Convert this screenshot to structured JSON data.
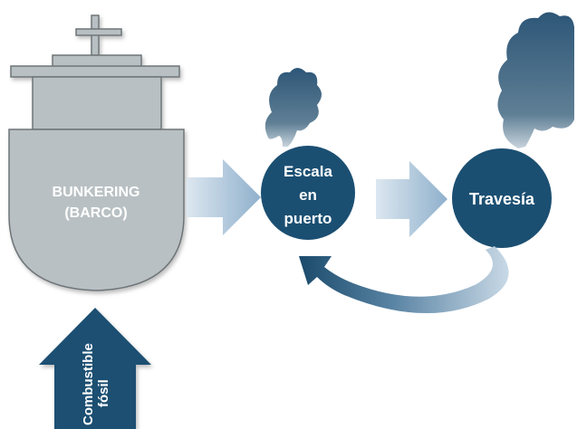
{
  "ship": {
    "label_line1": "BUNKERING",
    "label_line2": "(BARCO)",
    "hull_color": "#b9c0c3"
  },
  "port_call": {
    "line1": "Escala",
    "line2": "en",
    "line3": "puerto"
  },
  "voyage": {
    "label": "Travesía"
  },
  "fuel_input": {
    "line1": "Combustible",
    "line2": "fósil"
  },
  "colors": {
    "node_fill": "#1b4f72",
    "arrow_dark": "#1a4a6b",
    "arrow_light": "#d6e4ef",
    "smoke": "#3a5f78"
  },
  "icons": [
    "ship-icon",
    "smoke-cloud-icon",
    "flow-arrow-icon",
    "cycle-arrow-icon",
    "up-arrow-icon"
  ]
}
